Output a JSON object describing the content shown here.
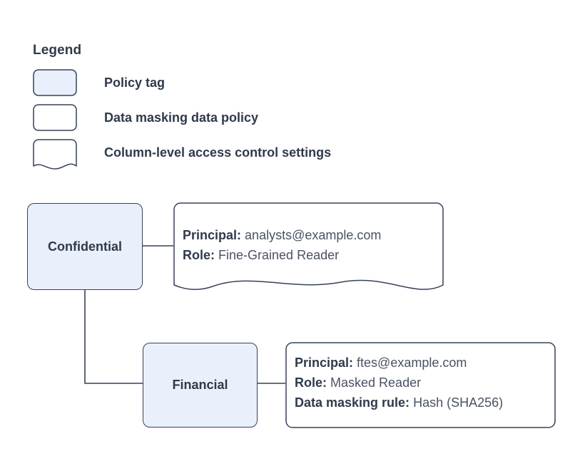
{
  "legend": {
    "title": "Legend",
    "items": [
      {
        "shape": "rounded-rect-filled",
        "label": "Policy tag",
        "fill": "#e9f0fc",
        "stroke": "#36415a"
      },
      {
        "shape": "rounded-rect",
        "label": "Data masking data policy",
        "fill": "#ffffff",
        "stroke": "#36415a"
      },
      {
        "shape": "document-wavy",
        "label": "Column-level access control settings",
        "fill": "#ffffff",
        "stroke": "#36415a"
      }
    ]
  },
  "diagram": {
    "nodes": [
      {
        "id": "confidential",
        "label": "Confidential",
        "type": "policy-tag"
      },
      {
        "id": "financial",
        "label": "Financial",
        "type": "policy-tag"
      }
    ],
    "callouts": [
      {
        "id": "confidential-access",
        "shape": "document-wavy",
        "lines": [
          {
            "key": "Principal:",
            "value": "analysts@example.com"
          },
          {
            "key": "Role:",
            "value": "Fine-Grained Reader"
          }
        ]
      },
      {
        "id": "financial-masking",
        "shape": "rounded-rect",
        "lines": [
          {
            "key": "Principal:",
            "value": "ftes@example.com"
          },
          {
            "key": "Role:",
            "value": "Masked Reader"
          },
          {
            "key": "Data masking rule:",
            "value": "Hash (SHA256)"
          }
        ]
      }
    ],
    "edges": [
      {
        "from": "confidential",
        "to": "confidential-access"
      },
      {
        "from": "confidential",
        "to": "financial"
      },
      {
        "from": "financial",
        "to": "financial-masking"
      }
    ]
  },
  "colors": {
    "background": "#ffffff",
    "node_fill": "#e9f0fc",
    "stroke": "#36415a",
    "text_strong": "#2f3a4a",
    "text_value": "#4a5263",
    "edge": "#36415a"
  }
}
